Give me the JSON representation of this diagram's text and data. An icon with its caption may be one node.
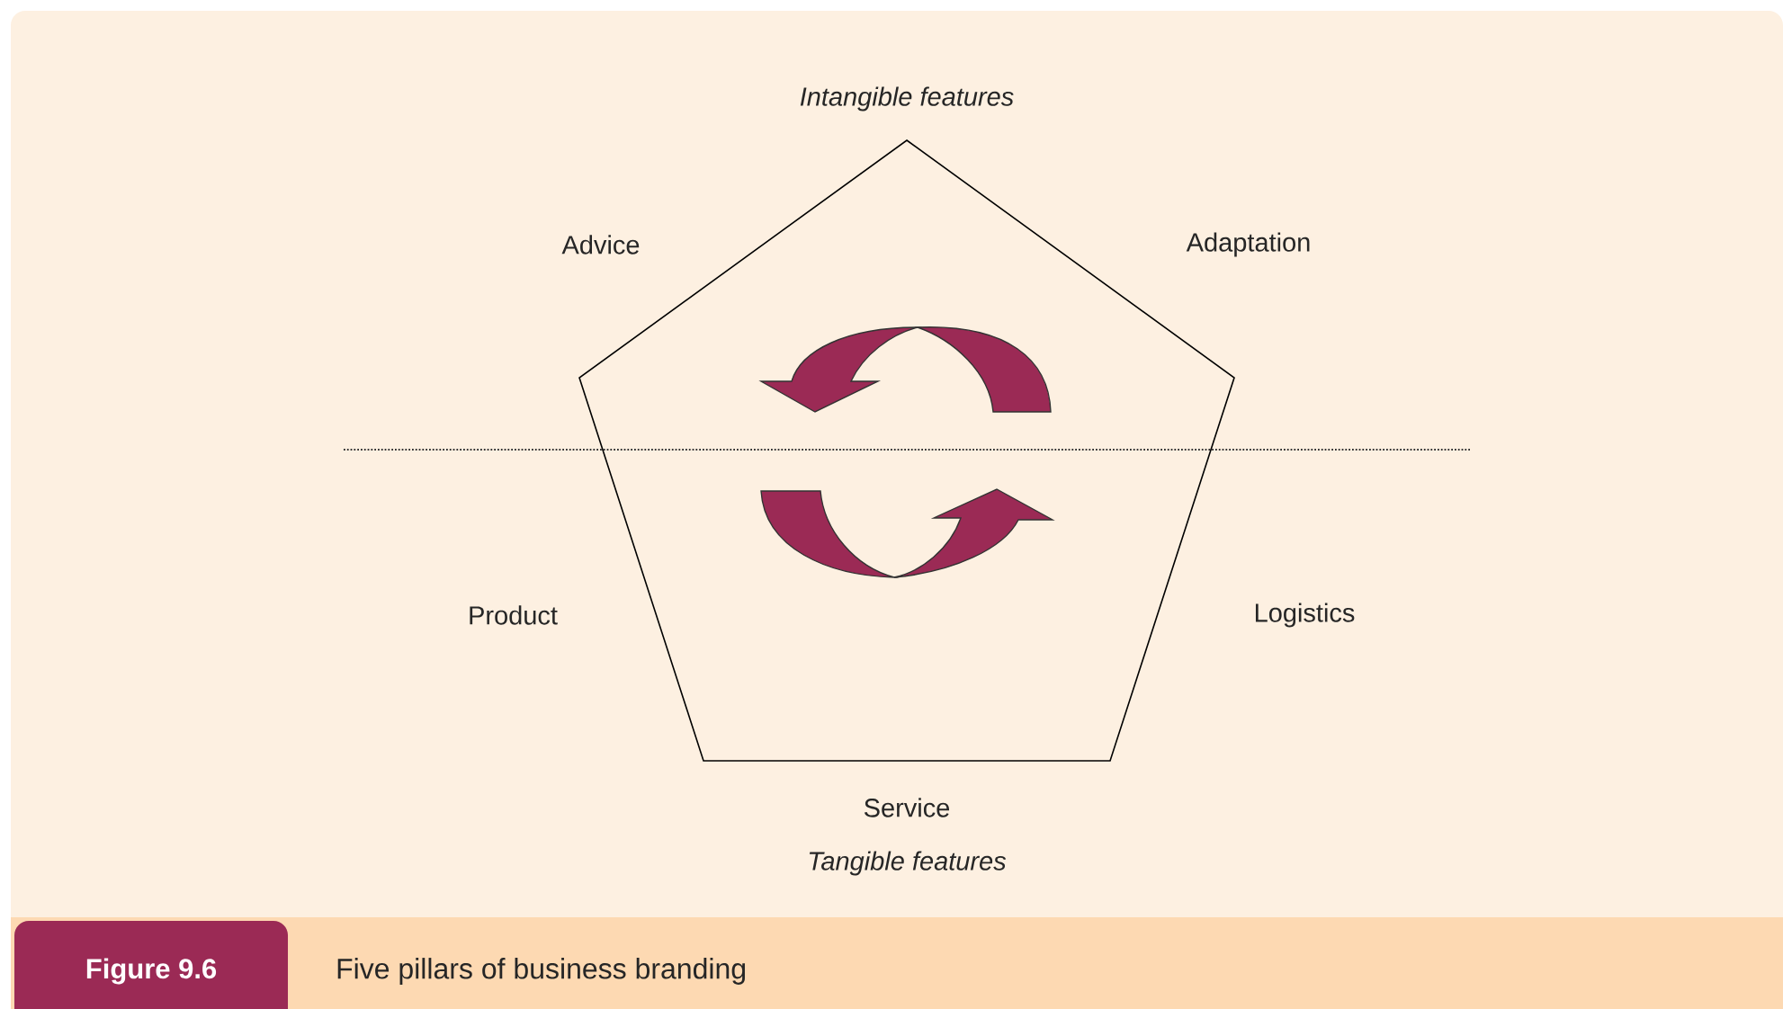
{
  "diagram": {
    "caption": "Five pillars of business branding",
    "nodes": [
      {
        "text": [],
        "shape": "pentagon",
        "beside": [
          "Intangible features",
          "Advice",
          "Adaptation",
          "Product",
          "Logistics",
          "Service",
          "Tangible features"
        ]
      }
    ],
    "labels": [
      "Figure 9.6"
    ]
  }
}
